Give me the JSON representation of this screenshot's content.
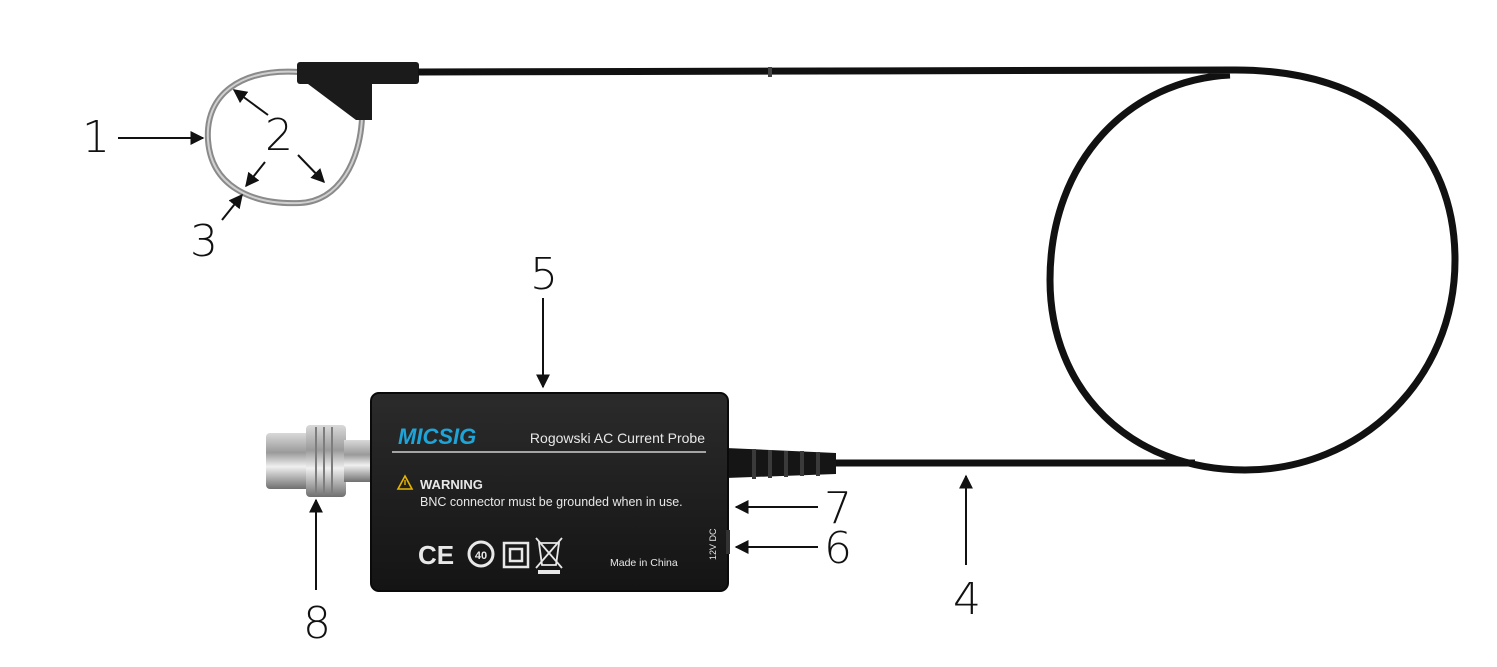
{
  "callouts": [
    "1",
    "2",
    "3",
    "4",
    "5",
    "6",
    "7",
    "8"
  ],
  "device": {
    "brand": "MICSIG",
    "model_title": "Rogowski AC Current Probe",
    "warning_title": "WARNING",
    "warning_text": "BNC connector must be grounded when in use.",
    "made_in": "Made in China",
    "power_label": "12V DC",
    "ce_mark": "CE",
    "rohs_mark": "40"
  },
  "colors": {
    "cable": "#111111",
    "body": "#1c1c1c",
    "brand": "#1fa4d8",
    "text_on_body": "#e8e8e8",
    "warning": "#e8b400"
  }
}
